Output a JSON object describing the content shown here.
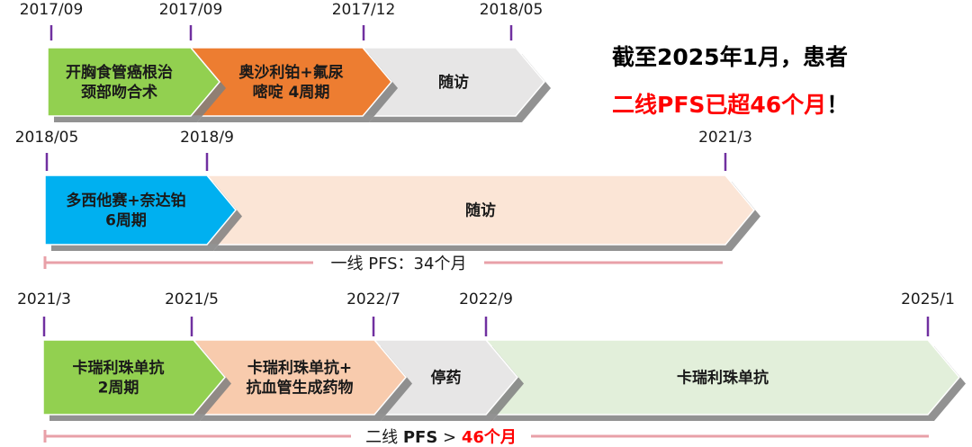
{
  "headline": {
    "line1": "截至2025年1月，患者",
    "line2_prefix": "二线PFS已超46个月",
    "line2_suffix": "！"
  },
  "rows": [
    {
      "dates": [
        "2017/09",
        "2017/09",
        "2017/12",
        "2018/05"
      ],
      "segments": [
        {
          "lines": [
            "开胸食管癌根治",
            "颈部吻合术"
          ],
          "fill": "#92d050",
          "text": "#1a1a1a"
        },
        {
          "lines": [
            "奥沙利铂+氟尿",
            "嘧啶 4周期"
          ],
          "fill": "#ed7d31",
          "text": "#1a1a1a"
        },
        {
          "lines": [
            "随访"
          ],
          "fill": "#e7e6e6",
          "text": "#1a1a1a"
        }
      ]
    },
    {
      "dates": [
        "2018/05",
        "2018/9",
        "2021/3"
      ],
      "segments": [
        {
          "lines": [
            "多西他赛+奈达铂",
            "6周期"
          ],
          "fill": "#00b0f0",
          "text": "#1a1a1a"
        },
        {
          "lines": [
            "随访"
          ],
          "fill": "#fbe5d6",
          "text": "#1a1a1a"
        }
      ],
      "pfs": {
        "text": "一线 PFS：34个月"
      }
    },
    {
      "dates": [
        "2021/3",
        "2021/5",
        "2022/7",
        "2022/9",
        "2025/1"
      ],
      "segments": [
        {
          "lines": [
            "卡瑞利珠单抗",
            "2周期"
          ],
          "fill": "#92d050",
          "text": "#1a1a1a"
        },
        {
          "lines": [
            "卡瑞利珠单抗+",
            "抗血管生成药物"
          ],
          "fill": "#f8cbad",
          "text": "#1a1a1a"
        },
        {
          "lines": [
            "停药"
          ],
          "fill": "#e7e6e6",
          "text": "#1a1a1a"
        },
        {
          "lines": [
            "卡瑞利珠单抗"
          ],
          "fill": "#e2efda",
          "text": "#1a1a1a"
        }
      ],
      "pfs": {
        "prefix": "二线 ",
        "bold": "PFS",
        "mid": " > ",
        "value": "46个月"
      }
    }
  ],
  "colors": {
    "tick": "#7030a0",
    "pfs_line": "#e8a0a8",
    "highlight": "#ff0000",
    "shadow": "#7f7f7f"
  }
}
